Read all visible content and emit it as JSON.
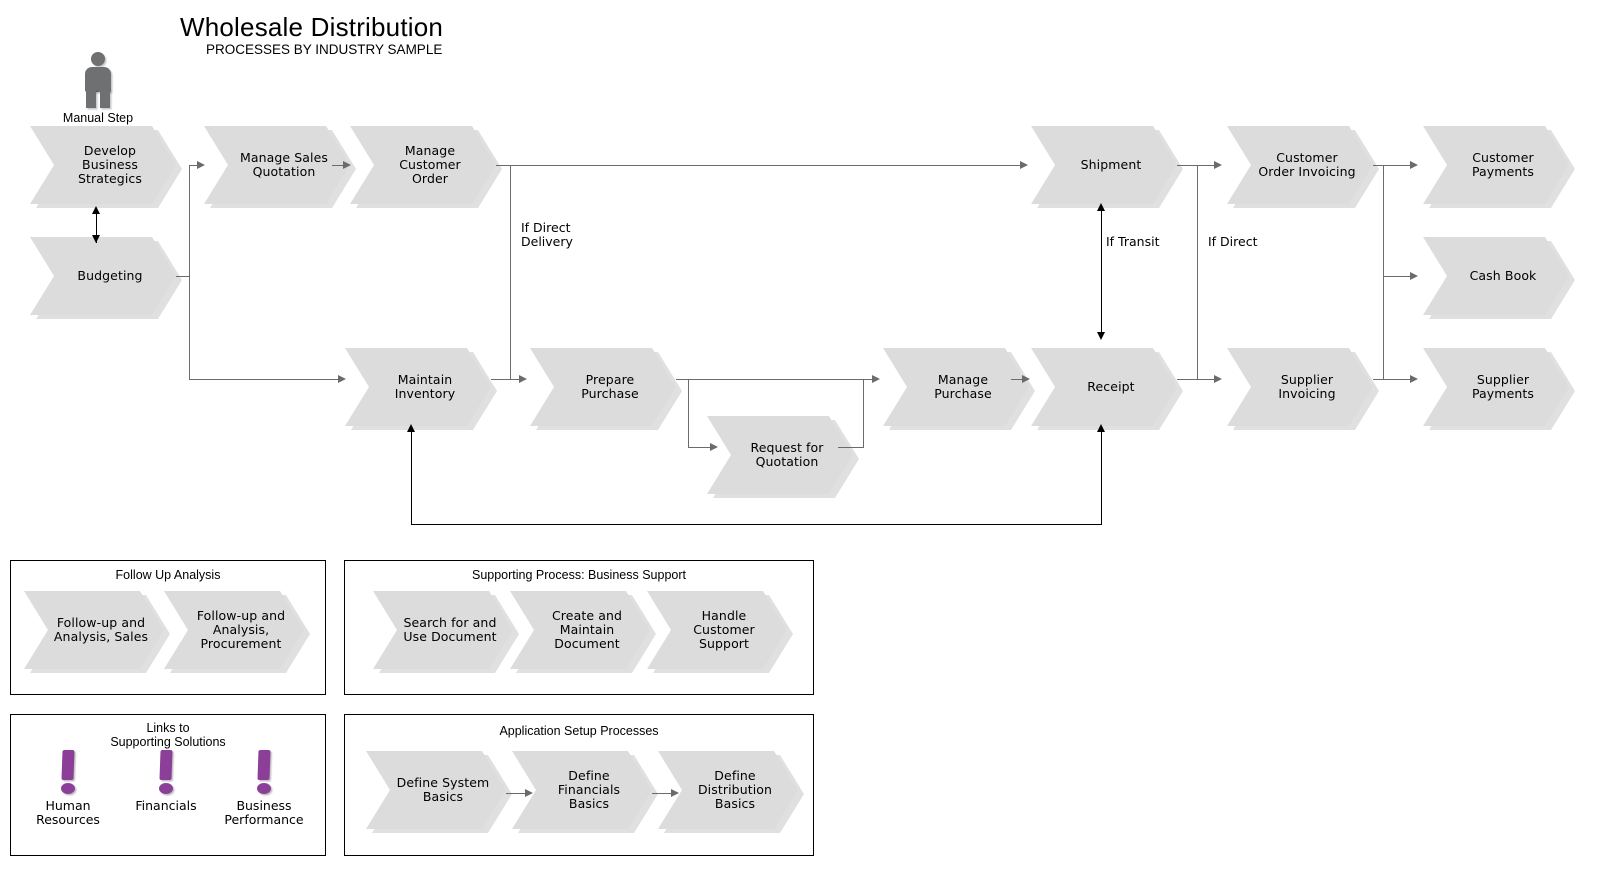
{
  "title": "Wholesale Distribution",
  "subtitle": "PROCESSES BY INDUSTRY SAMPLE",
  "legend": {
    "actor_label": "Manual Step",
    "actor_icon": "person-icon"
  },
  "colors": {
    "node_fill": "#dcdcdc",
    "node_shadow": "#c7c7c7",
    "connector": "#6b6b6b",
    "accent_purple": "#8c3f99",
    "text": "#000000",
    "panel_border": "#000000",
    "background": "#ffffff"
  },
  "main_flow": {
    "nodes": [
      {
        "id": "develop-business-strategics",
        "label": "Develop\nBusiness\nStrategics"
      },
      {
        "id": "budgeting",
        "label": "Budgeting"
      },
      {
        "id": "manage-sales-quotation",
        "label": "Manage Sales\nQuotation"
      },
      {
        "id": "manage-customer-order",
        "label": "Manage\nCustomer\nOrder"
      },
      {
        "id": "maintain-inventory",
        "label": "Maintain\nInventory"
      },
      {
        "id": "prepare-purchase",
        "label": "Prepare\nPurchase"
      },
      {
        "id": "request-for-quotation",
        "label": "Request for\nQuotation"
      },
      {
        "id": "manage-purchase",
        "label": "Manage\nPurchase"
      },
      {
        "id": "shipment",
        "label": "Shipment"
      },
      {
        "id": "receipt",
        "label": "Receipt"
      },
      {
        "id": "customer-order-invoicing",
        "label": "Customer\nOrder Invoicing"
      },
      {
        "id": "supplier-invoicing",
        "label": "Supplier\nInvoicing"
      },
      {
        "id": "customer-payments",
        "label": "Customer\nPayments"
      },
      {
        "id": "cash-book",
        "label": "Cash Book"
      },
      {
        "id": "supplier-payments",
        "label": "Supplier\nPayments"
      }
    ],
    "edge_labels": {
      "if_direct_delivery": "If Direct\nDelivery",
      "if_transit": "If Transit",
      "if_direct": "If Direct"
    }
  },
  "panels": {
    "follow_up_analysis": {
      "title": "Follow Up Analysis",
      "nodes": [
        {
          "id": "follow-up-analysis-sales",
          "label": "Follow-up and\nAnalysis, Sales"
        },
        {
          "id": "follow-up-analysis-procurement",
          "label": "Follow-up and\nAnalysis,\nProcurement"
        }
      ]
    },
    "business_support": {
      "title": "Supporting Process: Business Support",
      "nodes": [
        {
          "id": "search-for-and-use-document",
          "label": "Search for and\nUse Document"
        },
        {
          "id": "create-and-maintain-document",
          "label": "Create and\nMaintain\nDocument"
        },
        {
          "id": "handle-customer-support",
          "label": "Handle\nCustomer\nSupport"
        }
      ]
    },
    "links_to_supporting_solutions": {
      "title": "Links to\nSupporting Solutions",
      "items": [
        {
          "id": "human-resources",
          "label": "Human\nResources",
          "icon": "exclamation-icon"
        },
        {
          "id": "financials",
          "label": "Financials",
          "icon": "exclamation-icon"
        },
        {
          "id": "business-performance",
          "label": "Business\nPerformance",
          "icon": "exclamation-icon"
        }
      ]
    },
    "application_setup": {
      "title": "Application Setup Processes",
      "nodes": [
        {
          "id": "define-system-basics",
          "label": "Define System\nBasics"
        },
        {
          "id": "define-financials-basics",
          "label": "Define\nFinancials\nBasics"
        },
        {
          "id": "define-distribution-basics",
          "label": "Define\nDistribution\nBasics"
        }
      ]
    }
  }
}
